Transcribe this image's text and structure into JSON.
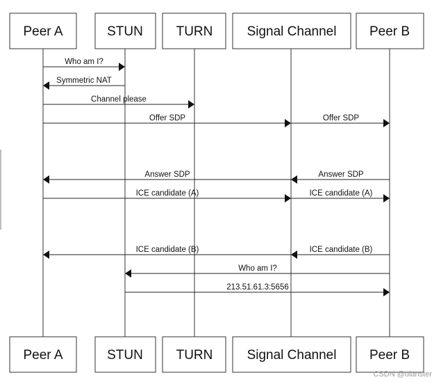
{
  "participants": [
    {
      "id": "peer_a",
      "label": "Peer A"
    },
    {
      "id": "stun",
      "label": "STUN"
    },
    {
      "id": "turn",
      "label": "TURN"
    },
    {
      "id": "signal",
      "label": "Signal Channel"
    },
    {
      "id": "peer_b",
      "label": "Peer B"
    }
  ],
  "messages": [
    {
      "from": "peer_a",
      "to": "stun",
      "label": "Who am I?"
    },
    {
      "from": "stun",
      "to": "peer_a",
      "label": "Symmetric NAT"
    },
    {
      "from": "peer_a",
      "to": "turn",
      "label": "Channel please"
    },
    {
      "from": "peer_a",
      "to": "signal",
      "label": "Offer SDP"
    },
    {
      "from": "signal",
      "to": "peer_b",
      "label": "Offer SDP"
    },
    {
      "from": "signal",
      "to": "peer_a",
      "label": "Answer SDP"
    },
    {
      "from": "peer_b",
      "to": "signal",
      "label": "Answer SDP"
    },
    {
      "from": "peer_a",
      "to": "signal",
      "label": "ICE candidate (A)"
    },
    {
      "from": "signal",
      "to": "peer_b",
      "label": "ICE candidate (A)"
    },
    {
      "from": "signal",
      "to": "peer_a",
      "label": "ICE candidate (B)"
    },
    {
      "from": "peer_b",
      "to": "signal",
      "label": "ICE candidate (B)"
    },
    {
      "from": "peer_b",
      "to": "stun",
      "label": "Who am I?"
    },
    {
      "from": "stun",
      "to": "peer_b",
      "label": "213.51.61.3:5656"
    }
  ],
  "watermark": "CSDN @uianster"
}
